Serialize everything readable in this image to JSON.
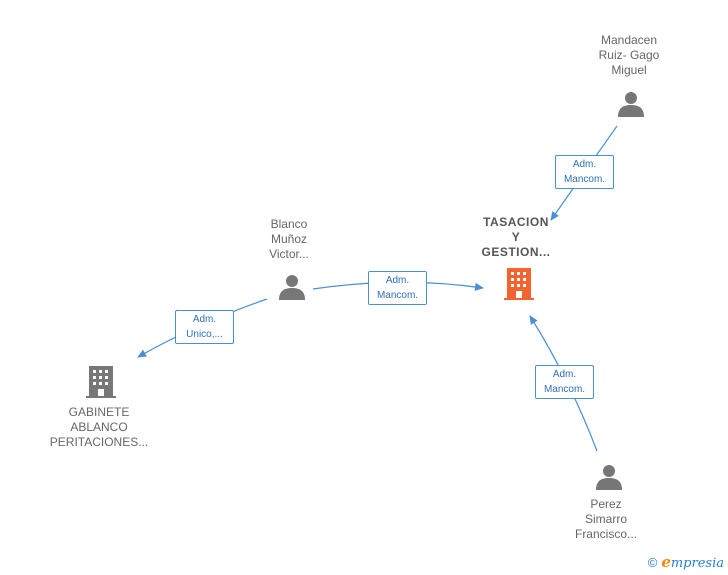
{
  "nodes": {
    "main_company": {
      "lines": [
        "TASACION",
        "Y",
        "GESTION..."
      ],
      "color": "#f26430"
    },
    "mandacen": {
      "lines": [
        "Mandacen",
        "Ruiz- Gago",
        "Miguel"
      ]
    },
    "blanco": {
      "lines": [
        "Blanco",
        "Muñoz",
        "Victor..."
      ]
    },
    "perez": {
      "lines": [
        "Perez",
        "Simarro",
        "Francisco..."
      ]
    },
    "gabinete": {
      "lines": [
        "GABINETE",
        "ABLANCO",
        "PERITACIONES..."
      ],
      "color": "#777777"
    }
  },
  "edges": {
    "mandacen_to_main": {
      "lines": [
        "Adm.",
        "Mancom."
      ]
    },
    "blanco_to_main": {
      "lines": [
        "Adm.",
        "Mancom."
      ]
    },
    "blanco_to_gabinete": {
      "lines": [
        "Adm.",
        "Unico,..."
      ]
    },
    "perez_to_main": {
      "lines": [
        "Adm.",
        "Mancom."
      ]
    }
  },
  "footer": {
    "copyright": "©",
    "brand_initial": "e",
    "brand_rest": "mpresia"
  },
  "colors": {
    "edge": "#4a8fd6",
    "person_icon": "#777777"
  }
}
